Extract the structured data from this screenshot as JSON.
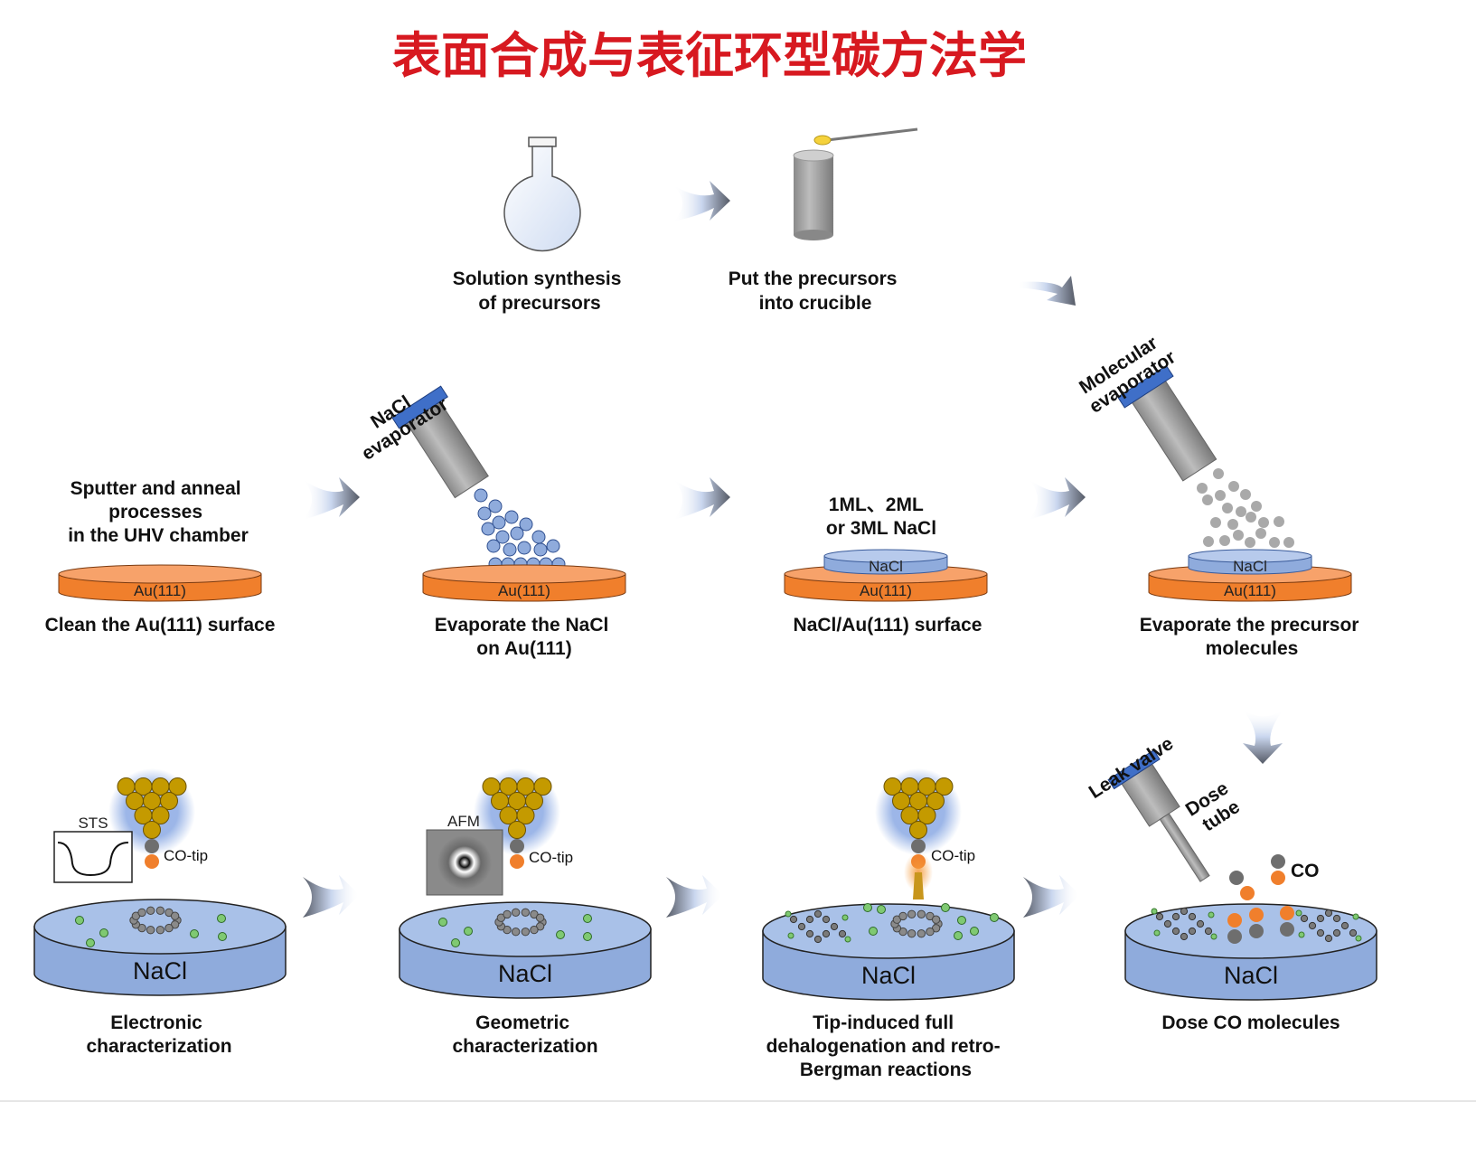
{
  "title": "表面合成与表征环型碳方法学",
  "steps": {
    "solution": [
      "Solution synthesis",
      "of precursors"
    ],
    "crucible": [
      "Put the precursors",
      "into crucible"
    ],
    "clean": [
      "Clean the Au(111) surface"
    ],
    "sputter": [
      "Sputter and anneal",
      "processes",
      "in the UHV chamber"
    ],
    "evap_nacl": [
      "Evaporate the NaCl",
      "on Au(111)"
    ],
    "nacl_surface": [
      "NaCl/Au(111) surface"
    ],
    "nacl_layers": [
      "1ML、2ML",
      "or 3ML NaCl"
    ],
    "evap_precursor": [
      "Evaporate the precursor",
      "molecules"
    ],
    "dose_co": [
      "Dose CO molecules"
    ],
    "tip_induced": [
      "Tip-induced full",
      "dehalogenation and retro-",
      "Bergman reactions"
    ],
    "geometric": [
      "Geometric",
      "characterization"
    ],
    "electronic": [
      "Electronic",
      "characterization"
    ]
  },
  "labels": {
    "au111": "Au(111)",
    "nacl": "NaCl",
    "nacl_evaporator": [
      "NaCl",
      "evaporator"
    ],
    "molecular_evaporator": [
      "Molecular",
      "evaporator"
    ],
    "leak_valve": "Leak valve",
    "dose_tube": [
      "Dose",
      "tube"
    ],
    "co": "CO",
    "co_tip": "CO-tip",
    "afm": "AFM",
    "sts": "STS"
  },
  "colors": {
    "title": "#d71920",
    "gold_disc": "#f07f2c",
    "gold_top": "#f7a26a",
    "nacl_blue": "#8fabdc",
    "tip_gold": "#c49a00",
    "co_orange": "#f07f2c",
    "co_grey": "#6e6e6e"
  }
}
